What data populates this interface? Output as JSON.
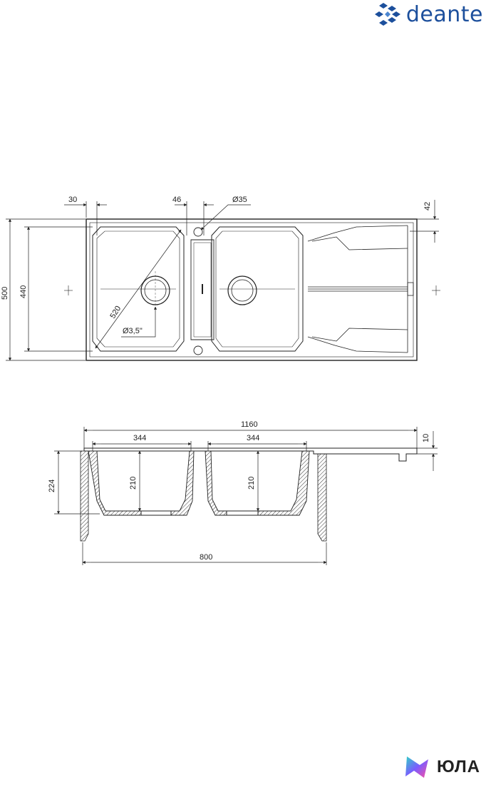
{
  "brand": {
    "name": "deante",
    "icon": "deante-logo-icon",
    "color": "#1c4f9c"
  },
  "top_view": {
    "dim_30": "30",
    "dim_46": "46",
    "dim_35": "Ø35",
    "dim_42": "42",
    "dim_500": "500",
    "dim_440": "440",
    "dim_520": "520",
    "drain_label": "Ø3,5\""
  },
  "side_view": {
    "dim_1160": "1160",
    "dim_344_left": "344",
    "dim_344_right": "344",
    "dim_10": "10",
    "dim_224": "224",
    "dim_210_left": "210",
    "dim_210_right": "210",
    "dim_800": "800"
  },
  "footer": {
    "name": "ЮЛА",
    "icon": "yula-logo-icon"
  }
}
